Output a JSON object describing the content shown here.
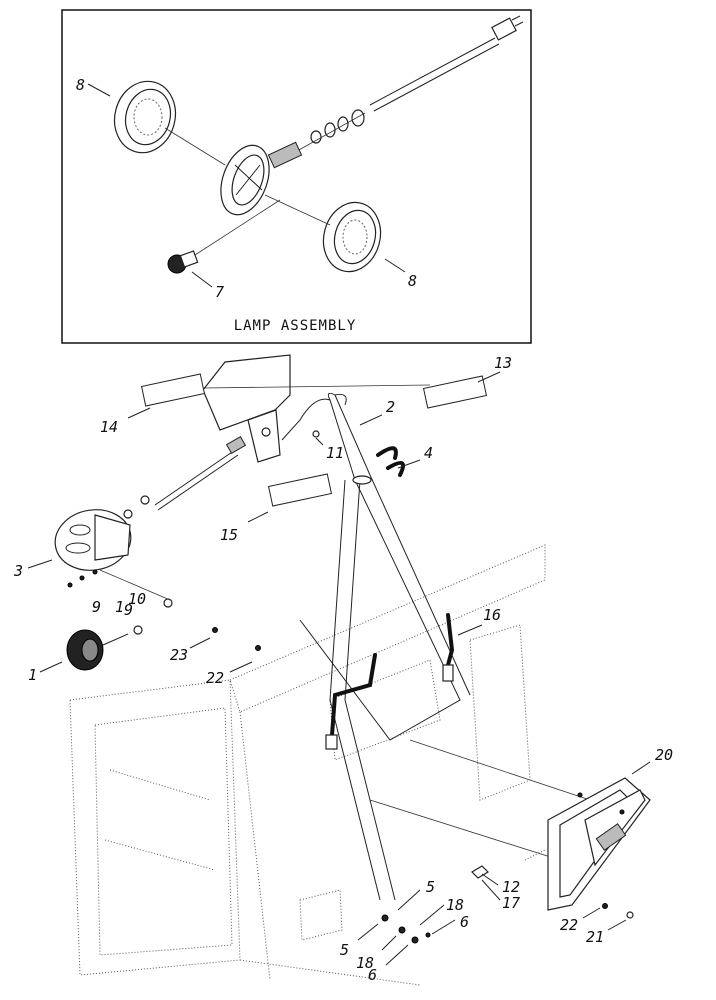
{
  "inset": {
    "title": "LAMP ASSEMBLY"
  },
  "callouts": {
    "c1": "1",
    "c2": "2",
    "c3": "3",
    "c4": "4",
    "c5a": "5",
    "c5b": "5",
    "c6a": "6",
    "c6b": "6",
    "c7": "7",
    "c8a": "8",
    "c8b": "8",
    "c9a": "9",
    "c9b": "9",
    "c10": "10",
    "c11": "11",
    "c12": "12",
    "c13": "13",
    "c14": "14",
    "c15": "15",
    "c16": "16",
    "c17": "17",
    "c18a": "18",
    "c18b": "18",
    "c19": "1",
    "c20": "20",
    "c21": "21",
    "c22a": "22",
    "c22b": "22",
    "c23": "23"
  }
}
